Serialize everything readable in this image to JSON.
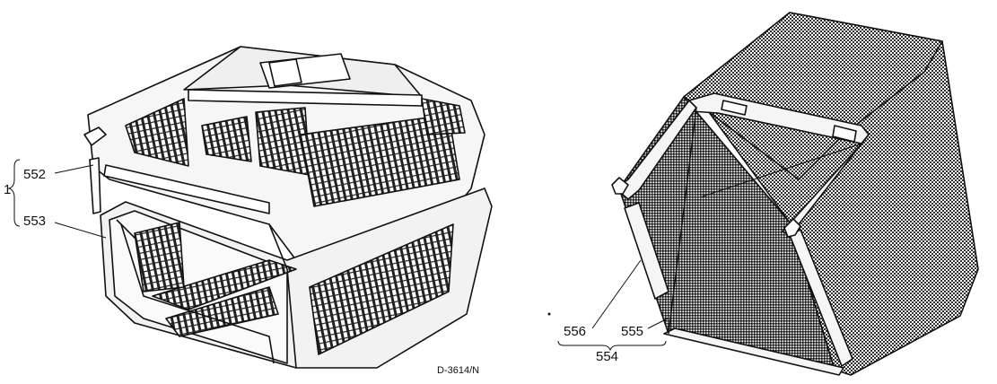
{
  "labels": {
    "assembly": "1",
    "top_part": "552",
    "bottom_part": "553",
    "frame_part": "556",
    "mesh_part": "555",
    "bag_assembly": "554"
  },
  "drawing_code": "D-3614/N",
  "colors": {
    "ink": "#111111",
    "paper": "#ffffff",
    "mesh": "#5a5a5a",
    "plastic": "#f2f2f2"
  }
}
